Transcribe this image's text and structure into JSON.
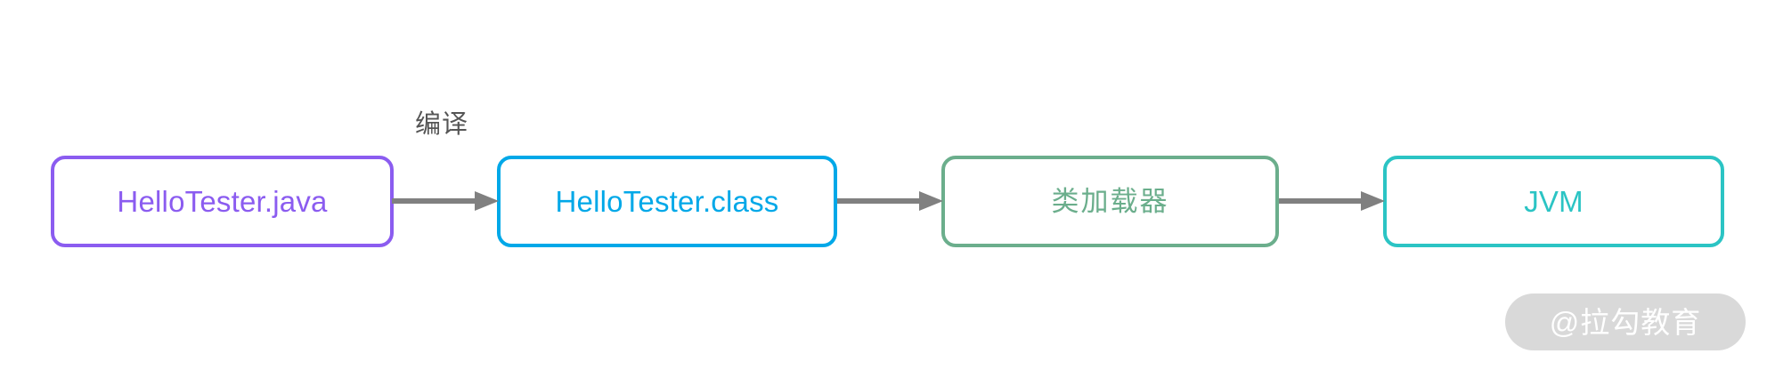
{
  "diagram": {
    "title": "Java source to JVM execution flow",
    "background_color": "#ffffff",
    "nodes": [
      {
        "id": "source-file",
        "label": "HelloTester.java",
        "border_color": "#8B5CF0",
        "text_color": "#8B5CF0",
        "is_cjk": false
      },
      {
        "id": "class-file",
        "label": "HelloTester.class",
        "border_color": "#00A8E8",
        "text_color": "#00A8E8",
        "is_cjk": false
      },
      {
        "id": "class-loader",
        "label": "类加载器",
        "border_color": "#6BAE8C",
        "text_color": "#6BAE8C",
        "is_cjk": true
      },
      {
        "id": "jvm",
        "label": "JVM",
        "border_color": "#2BC4C4",
        "text_color": "#2BC4C4",
        "is_cjk": false
      }
    ],
    "edges": [
      {
        "id": "edge-compile",
        "label": "编译",
        "color": "#808080"
      },
      {
        "id": "edge-load",
        "label": "",
        "color": "#808080"
      },
      {
        "id": "edge-run",
        "label": "",
        "color": "#808080"
      }
    ],
    "arrow_color": "#808080"
  },
  "watermark": {
    "text": "@拉勾教育",
    "background_color": "#D9D9D9",
    "text_color": "#FFFFFF"
  }
}
